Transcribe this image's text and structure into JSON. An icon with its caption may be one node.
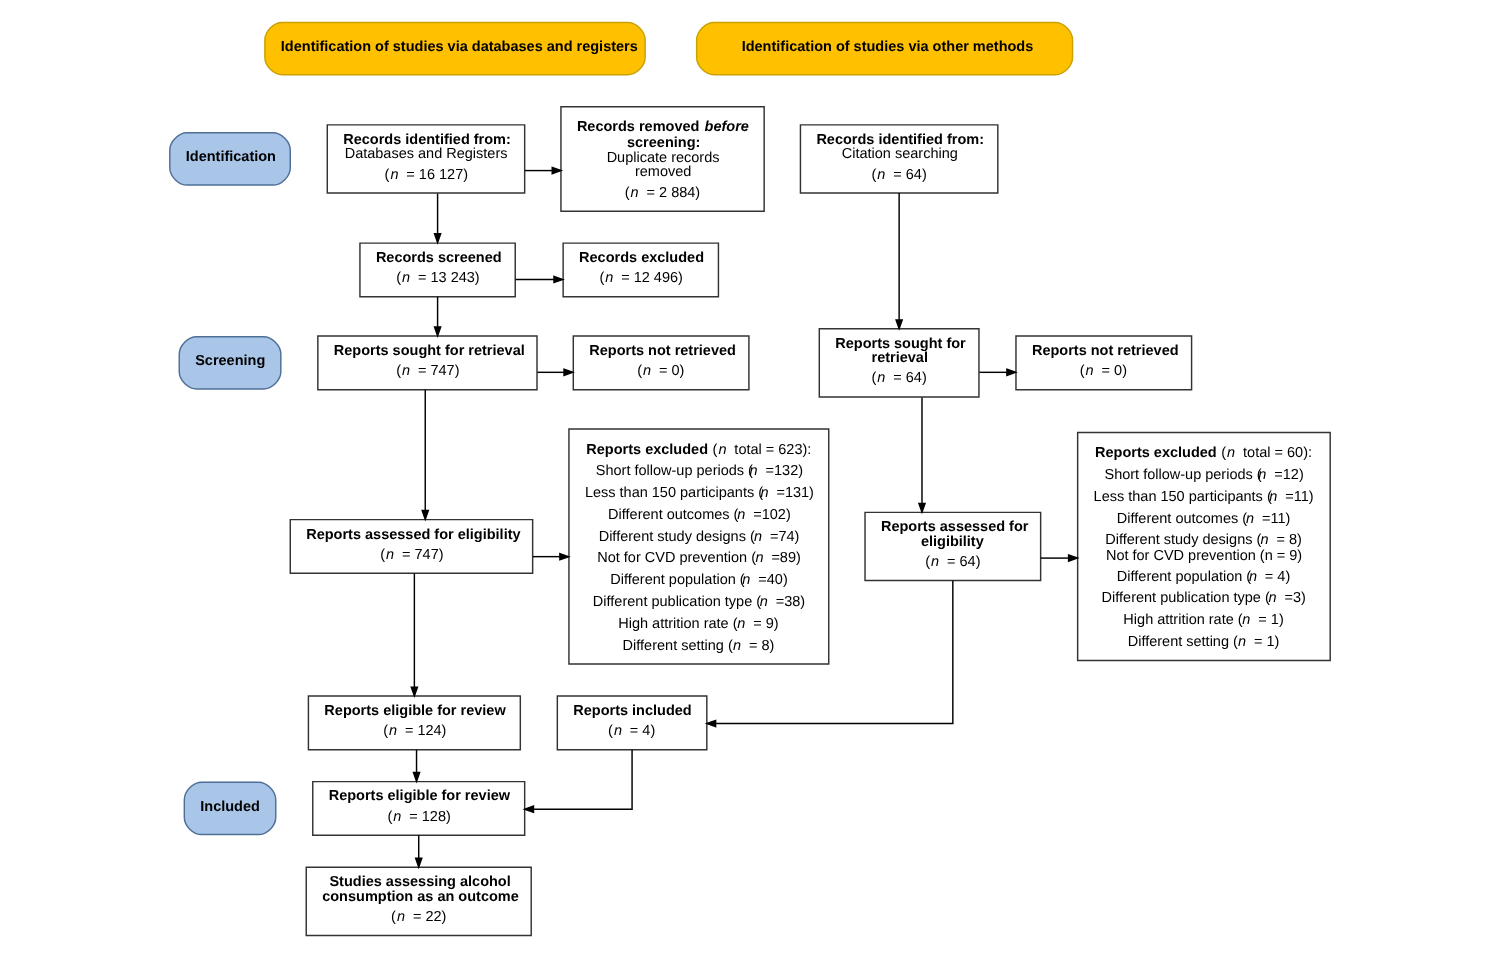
{
  "diagram": {
    "nodes": [
      {
        "text": [
          "Identification of studies via databases and registers"
        ]
      },
      {
        "text": [
          "Identification of studies via other methods"
        ]
      },
      {
        "text": [
          "Identification"
        ]
      },
      {
        "text": [
          "Screening"
        ]
      },
      {
        "text": [
          "Included"
        ]
      },
      {
        "text": [
          "Records identified from:",
          "Databases and Registers",
          "(*n* = 16 127)"
        ]
      },
      {
        "text": [
          "Records removed *before* screening:",
          "Duplicate records removed",
          "(*n* = 2 884)"
        ]
      },
      {
        "text": [
          "Records screened",
          "(*n* = 13 243)"
        ]
      },
      {
        "text": [
          "Records excluded",
          "(*n* = 12 496)"
        ]
      },
      {
        "text": [
          "Reports sought for retrieval",
          "(*n* = 747)"
        ]
      },
      {
        "text": [
          "Reports not retrieved",
          "(*n* = 0)"
        ]
      },
      {
        "text": [
          "Reports assessed for eligibility",
          "(*n* = 747)"
        ]
      },
      {
        "text": [
          "**Reports excluded** (*n* total = 623):",
          "Short follow-up periods (*n* =132)",
          "Less than 150 participants (*n* =131)",
          "Different outcomes (*n* =102)",
          "Different study designs (*n* =74)",
          "Not for CVD prevention (*n* =89)",
          "Different population (*n* =40)",
          "Different publication type (*n* =38)",
          "High attrition rate (*n* = 9)",
          "Different setting (*n* = 8)"
        ]
      },
      {
        "text": [
          "Reports eligible for review",
          "(*n* = 124)"
        ]
      },
      {
        "text": [
          "Reports eligible for review",
          "(*n* = 128)"
        ]
      },
      {
        "text": [
          "Studies assessing alcohol consumption as an outcome",
          "(*n* = 22)"
        ]
      },
      {
        "text": [
          "Records identified from:",
          "Citation searching",
          "(*n* = 64)"
        ]
      },
      {
        "text": [
          "Reports sought for retrieval",
          "(*n* = 64)"
        ]
      },
      {
        "text": [
          "Reports not retrieved",
          "(*n* = 0)"
        ]
      },
      {
        "text": [
          "Reports assessed for eligibility",
          "(*n* = 64)"
        ]
      },
      {
        "text": [
          "**Reports excluded** (*n* total = 60):",
          "Short follow-up periods (*n* =12)",
          "Less than 150 participants (*n* =11)",
          "Different outcomes (*n* =11)",
          "Different study designs (*n* = 8)",
          "Not for CVD prevention (n = 9)",
          "Different population (*n* = 4)",
          "Different publication type (*n* =3)",
          "High attrition rate (*n* = 1)",
          "Different setting (*n* = 1)"
        ]
      },
      {
        "text": [
          "Reports included",
          "(*n* = 4)"
        ]
      }
    ],
    "edges": [
      {
        "from": 5,
        "to": 6,
        "arrow": "to"
      },
      {
        "from": 5,
        "to": 7,
        "arrow": "to"
      },
      {
        "from": 7,
        "to": 8,
        "arrow": "to"
      },
      {
        "from": 7,
        "to": 9,
        "arrow": "to"
      },
      {
        "from": 9,
        "to": 10,
        "arrow": "to"
      },
      {
        "from": 9,
        "to": 11,
        "arrow": "to"
      },
      {
        "from": 11,
        "to": 12,
        "arrow": "to"
      },
      {
        "from": 11,
        "to": 13,
        "arrow": "to"
      },
      {
        "from": 13,
        "to": 14,
        "arrow": "to"
      },
      {
        "from": 14,
        "to": 15,
        "arrow": "to"
      },
      {
        "from": 16,
        "to": 17,
        "arrow": "to"
      },
      {
        "from": 17,
        "to": 18,
        "arrow": "to"
      },
      {
        "from": 17,
        "to": 19,
        "arrow": "to"
      },
      {
        "from": 19,
        "to": 20,
        "arrow": "to"
      },
      {
        "from": 19,
        "to": 21,
        "arrow": "to"
      },
      {
        "from": 21,
        "to": 14,
        "arrow": "to"
      }
    ]
  }
}
